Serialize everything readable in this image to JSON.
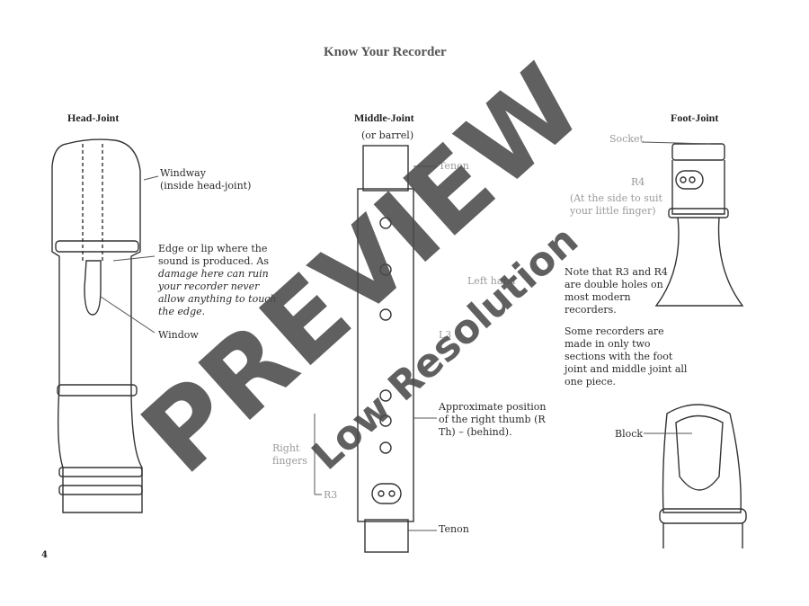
{
  "page": {
    "title": "Know Your Recorder",
    "page_number": "4"
  },
  "head_joint": {
    "heading": "Head-Joint",
    "windway": [
      "Windway",
      "(inside head-joint)"
    ],
    "edge": [
      "Edge or lip where the",
      "sound is produced. As",
      "damage here can ruin",
      "your recorder never",
      "allow anything to touch",
      "the edge."
    ],
    "window": "Window"
  },
  "middle_joint": {
    "heading": "Middle-Joint",
    "subheading": "(or barrel)",
    "tenon_top": "Tenon",
    "left_hand": "Left hand",
    "l3": "L3",
    "right_thumb": [
      "Approximate position",
      "of the right thumb (R",
      "Th) – (behind)."
    ],
    "right_fingers": [
      "Right",
      "fingers"
    ],
    "r3": "R3",
    "tenon_bottom": "Tenon"
  },
  "foot_joint": {
    "heading": "Foot-Joint",
    "socket": "Socket",
    "r4": "R4",
    "r4_note": [
      "(At the side to suit",
      "your little finger)"
    ],
    "note1": [
      "Note that R3 and R4",
      "are double holes on",
      "most modern",
      "recorders."
    ],
    "note2": [
      "Some recorders are",
      "made in only two",
      "sections with the foot",
      "joint and middle joint all",
      "one piece."
    ],
    "block": "Block"
  },
  "watermark": {
    "main": "PREVIEW",
    "sub": "Low Resolution"
  }
}
